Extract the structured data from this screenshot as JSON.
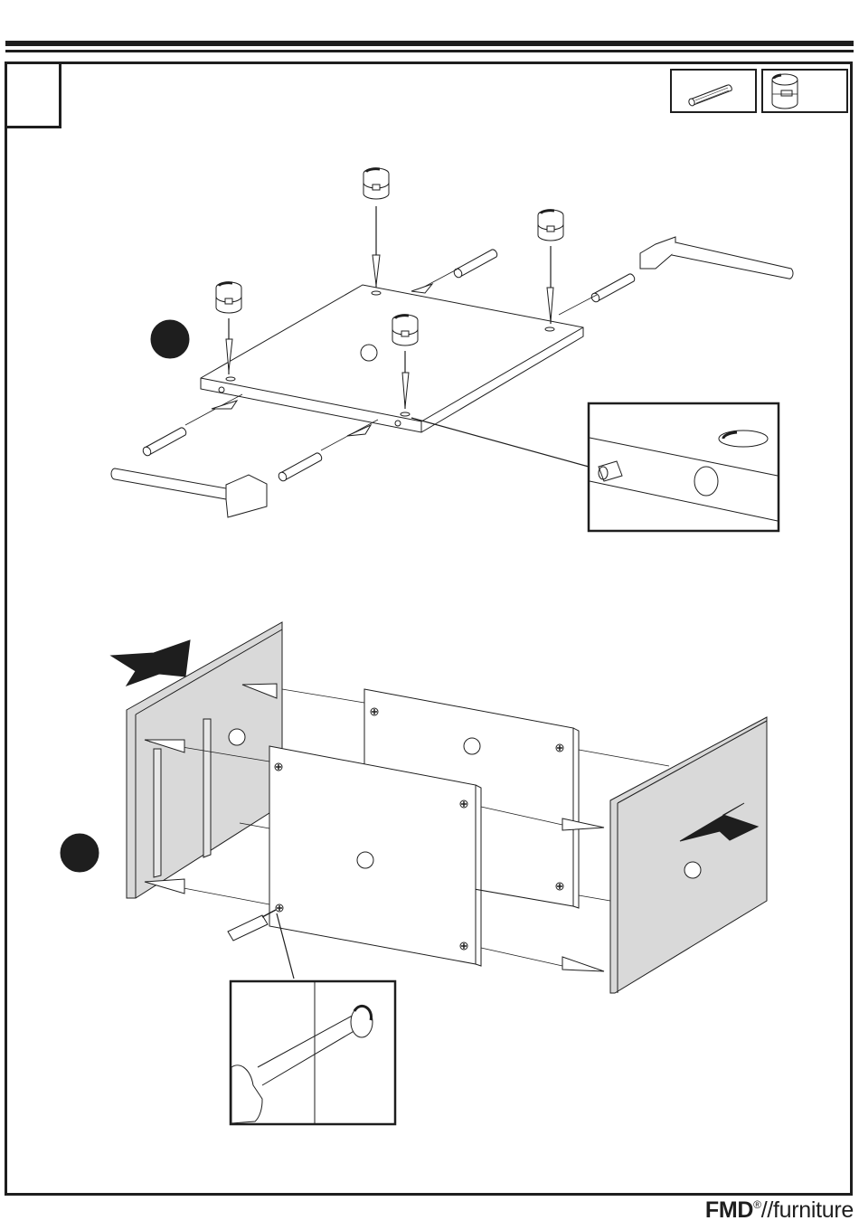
{
  "brand": {
    "name": "FMD",
    "registered": "®",
    "suffix": "//furniture"
  },
  "parts": [
    {
      "icon": "wooden-dowel-icon"
    },
    {
      "icon": "cam-lock-nut-icon"
    }
  ],
  "steps": [
    {
      "marker": "step-marker-1"
    },
    {
      "marker": "step-marker-2"
    }
  ],
  "colors": {
    "line": "#1e1e1e",
    "panel_gray": "#d9d9d9",
    "paper": "#ffffff"
  }
}
